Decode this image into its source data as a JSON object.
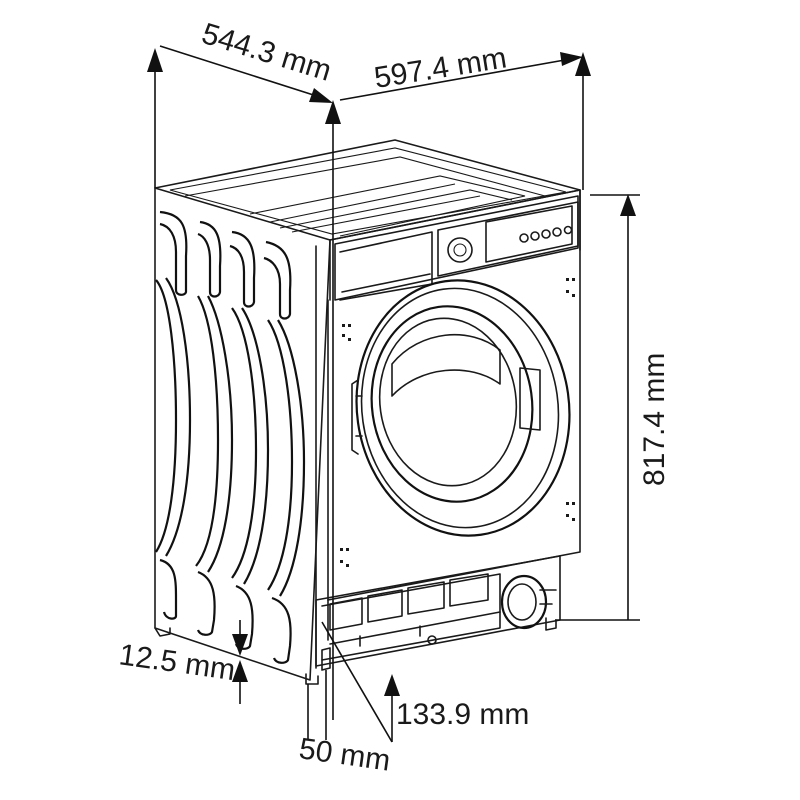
{
  "dimensions": {
    "depth": "544.3 mm",
    "width": "597.4 mm",
    "height": "817.4 mm",
    "foot": "12.5 mm",
    "plinth_height": "133.9 mm",
    "plinth_offset": "50 mm"
  }
}
